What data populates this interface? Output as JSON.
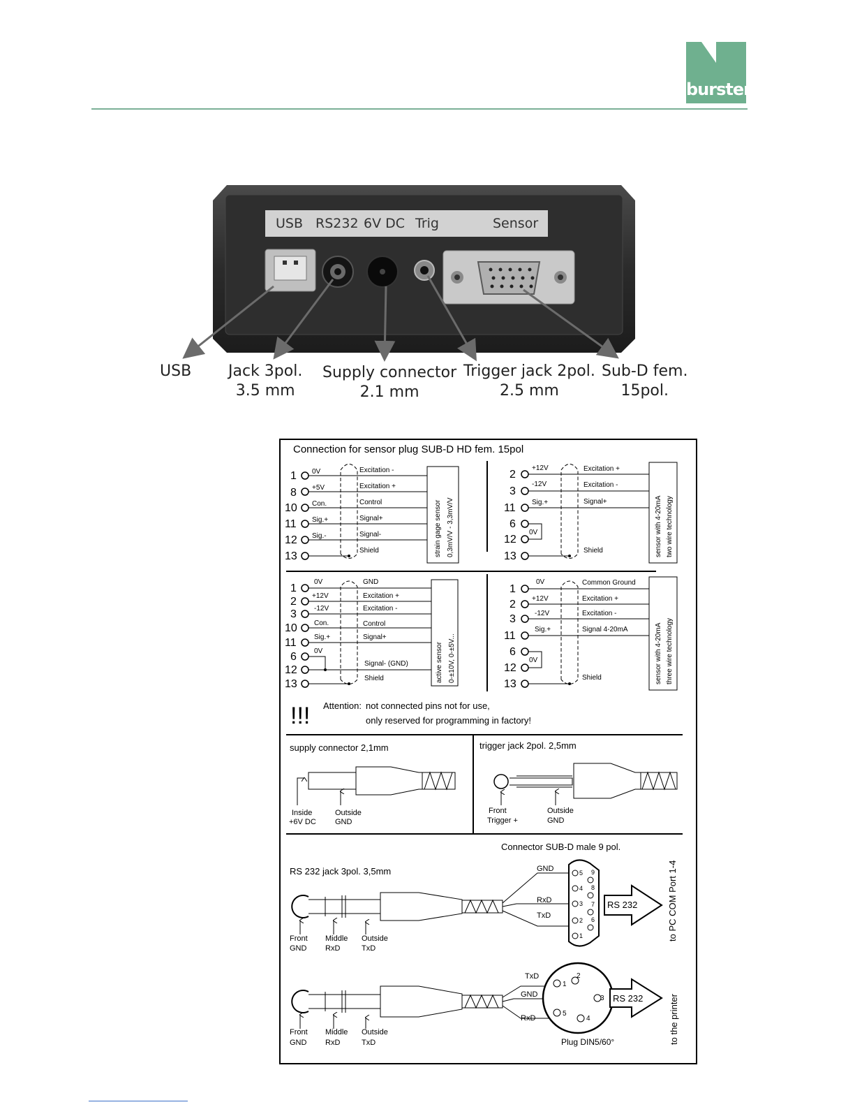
{
  "brand": {
    "logo_text": "burster",
    "color": "#6fb08f"
  },
  "device": {
    "labels": [
      "USB",
      "RS232",
      "6V DC",
      "Trig",
      "Sensor"
    ],
    "callouts": [
      {
        "line1": "USB",
        "line2": ""
      },
      {
        "line1": "Jack 3pol.",
        "line2": "3.5 mm"
      },
      {
        "line1": "Supply connector",
        "line2": "2.1 mm"
      },
      {
        "line1": "Trigger jack 2pol.",
        "line2": "2.5 mm"
      },
      {
        "line1": "Sub-D fem.",
        "line2": "15pol."
      }
    ]
  },
  "diagram": {
    "title": "Connection for sensor plug SUB-D HD fem. 15pol",
    "q1": {
      "pins": [
        "1",
        "8",
        "10",
        "11",
        "12",
        "13"
      ],
      "pin_labels": [
        "0V",
        "+5V",
        "Con.",
        "Sig.+",
        "Sig.-"
      ],
      "signals": [
        "Excitation -",
        "Excitation +",
        "Control",
        "Signal+",
        "Signal-",
        "Shield"
      ],
      "box_line1": "strain gage sensor",
      "box_line2": "0,3mV/V - 3,3mV/V"
    },
    "q2": {
      "pins": [
        "2",
        "3",
        "11",
        "6",
        "12",
        "13"
      ],
      "pin_labels": [
        "+12V",
        "-12V",
        "Sig.+",
        "0V"
      ],
      "signals": [
        "Excitation +",
        "Excitation -",
        "Signal+",
        "Shield"
      ],
      "box_line1": "sensor with 4-20mA",
      "box_line2": "two wire technology"
    },
    "q3": {
      "pins": [
        "1",
        "2",
        "3",
        "10",
        "11",
        "6",
        "12",
        "13"
      ],
      "pin_labels": [
        "0V",
        "+12V",
        "-12V",
        "Con.",
        "Sig.+",
        "0V"
      ],
      "signals": [
        "GND",
        "Excitation +",
        "Excitation -",
        "Control",
        "Signal+",
        "Signal- (GND)",
        "Shield"
      ],
      "box_line1": "active sensor",
      "box_line2": "0-±10V, 0-±5V..."
    },
    "q4": {
      "pins": [
        "1",
        "2",
        "3",
        "11",
        "6",
        "12",
        "13"
      ],
      "pin_labels": [
        "0V",
        "+12V",
        "-12V",
        "Sig.+",
        "0V"
      ],
      "signals": [
        "Common Ground",
        "Excitation +",
        "Excitation -",
        "Signal 4-20mA",
        "Shield"
      ],
      "box_line1": "sensor with 4-20mA",
      "box_line2": "three wire technology"
    },
    "attention": {
      "mark": "!!!",
      "label": "Attention:",
      "line1": "not connected pins not for use,",
      "line2": "only reserved for programming in factory!"
    },
    "supply": {
      "title": "supply connector 2,1mm",
      "inside_1": "Inside",
      "inside_2": "+6V DC",
      "outside_1": "Outside",
      "outside_2": "GND"
    },
    "trigger": {
      "title": "trigger jack 2pol. 2,5mm",
      "front_1": "Front",
      "front_2": "Trigger +",
      "outside_1": "Outside",
      "outside_2": "GND"
    },
    "rs232": {
      "title": "RS 232 jack 3pol. 3,5mm",
      "connector_title": "Connector SUB-D male 9 pol.",
      "front": [
        "Front",
        "GND"
      ],
      "middle": [
        "Middle",
        "RxD"
      ],
      "outside": [
        "Outside",
        "TxD"
      ],
      "wires": [
        "GND",
        "RxD",
        "TxD"
      ],
      "subd_pins": [
        "5",
        "4",
        "3",
        "2",
        "1",
        "9",
        "8",
        "7",
        "6"
      ],
      "arrow_label": "RS 232",
      "side_label": "to PC COM Port 1-4"
    },
    "printer": {
      "front": [
        "Front",
        "GND"
      ],
      "middle": [
        "Middle",
        "RxD"
      ],
      "outside": [
        "Outside",
        "TxD"
      ],
      "wires": [
        "TxD",
        "GND",
        "RxD"
      ],
      "din_pins": [
        "1",
        "2",
        "3",
        "5",
        "4"
      ],
      "plug_label": "Plug DIN5/60°",
      "arrow_label": "RS 232",
      "side_label": "to the printer"
    }
  }
}
